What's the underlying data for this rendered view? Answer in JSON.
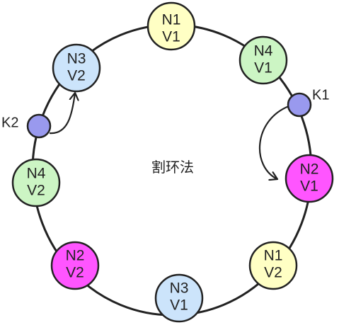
{
  "diagram": {
    "center_label": "割环法",
    "colors": {
      "ring": "#222222",
      "key": "#9999ee",
      "arrow": "#222222"
    },
    "nodes": [
      {
        "node": "N1",
        "version": "V1",
        "color": "#ffffc4"
      },
      {
        "node": "N4",
        "version": "V1",
        "color": "#ccf5c4"
      },
      {
        "node": "N2",
        "version": "V1",
        "color": "#ff55ff"
      },
      {
        "node": "N1",
        "version": "V2",
        "color": "#ffffc4"
      },
      {
        "node": "N3",
        "version": "V1",
        "color": "#cce4fb"
      },
      {
        "node": "N2",
        "version": "V2",
        "color": "#ff55ff"
      },
      {
        "node": "N4",
        "version": "V2",
        "color": "#ccf5c4"
      },
      {
        "node": "N3",
        "version": "V2",
        "color": "#cce4fb"
      }
    ],
    "keys": [
      {
        "label": "K1",
        "maps_to": "N2 V1"
      },
      {
        "label": "K2",
        "maps_to": "N3 V2"
      }
    ]
  }
}
